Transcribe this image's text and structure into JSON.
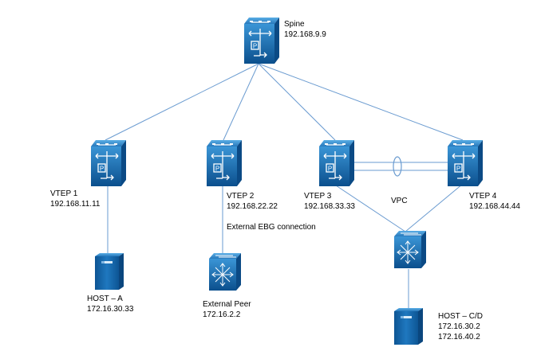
{
  "colors": {
    "link": "#6a9bd0",
    "device_top": "#2e86c9",
    "device_bottom": "#0a4f8c",
    "device_face": "#1d73b8",
    "text": "#000000"
  },
  "nodes": {
    "spine": {
      "name": "Spine",
      "ip": "192.168.9.9",
      "icon": "layer3-switch-icon"
    },
    "vtep1": {
      "name": "VTEP 1",
      "ip": "192.168.11.11",
      "icon": "layer3-switch-icon"
    },
    "vtep2": {
      "name": "VTEP 2",
      "ip": "192.168.22.22",
      "icon": "layer3-switch-icon"
    },
    "vtep3": {
      "name": "VTEP 3",
      "ip": "192.168.33.33",
      "icon": "layer3-switch-icon"
    },
    "vtep4": {
      "name": "VTEP 4",
      "ip": "192.168.44.44",
      "icon": "layer3-switch-icon"
    },
    "nexus": {
      "icon": "nexus-switch-icon"
    },
    "host_a": {
      "name": "HOST – A",
      "ip": "172.16.30.33",
      "icon": "server-icon"
    },
    "external_peer": {
      "name": "External Peer",
      "ip": "172.16.2.2",
      "icon": "nexus-switch-icon"
    },
    "host_cd": {
      "name": "HOST – C/D",
      "ip1": "172.16.30.2",
      "ip2": "172.16.40.2",
      "icon": "server-icon"
    }
  },
  "annotations": {
    "vpc": "VPC",
    "external": "External EBG connection"
  },
  "links": [
    {
      "from": "spine",
      "to": "vtep1"
    },
    {
      "from": "spine",
      "to": "vtep2"
    },
    {
      "from": "spine",
      "to": "vtep3"
    },
    {
      "from": "spine",
      "to": "vtep4"
    },
    {
      "from": "vtep1",
      "to": "host_a"
    },
    {
      "from": "vtep2",
      "to": "external_peer"
    },
    {
      "from": "vtep3",
      "to": "nexus"
    },
    {
      "from": "vtep4",
      "to": "nexus"
    },
    {
      "from": "nexus",
      "to": "host_cd"
    },
    {
      "from": "vtep3",
      "to": "vtep4",
      "kind": "vpc-peer-link"
    }
  ]
}
